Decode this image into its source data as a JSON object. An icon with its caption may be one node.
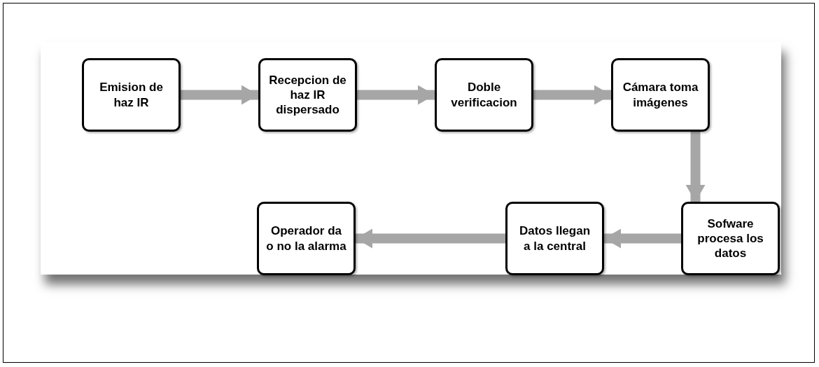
{
  "diagram": {
    "nodes": [
      {
        "text": [
          "Emision de haz IR"
        ]
      },
      {
        "text": [
          "Recepcion de haz IR dispersado"
        ]
      },
      {
        "text": [
          "Doble verificacion"
        ]
      },
      {
        "text": [
          "Cámara toma imágenes"
        ]
      },
      {
        "text": [
          "Sofware procesa los datos"
        ]
      },
      {
        "text": [
          "Datos llegan a la central"
        ]
      },
      {
        "text": [
          "Operador da o no la alarma"
        ]
      }
    ],
    "edges": [
      {
        "from": 0,
        "to": 1,
        "arrow": "to"
      },
      {
        "from": 1,
        "to": 2,
        "arrow": "to"
      },
      {
        "from": 2,
        "to": 3,
        "arrow": "to"
      },
      {
        "from": 3,
        "to": 4,
        "arrow": "to"
      },
      {
        "from": 4,
        "to": 5,
        "arrow": "to"
      },
      {
        "from": 5,
        "to": 6,
        "arrow": "to"
      }
    ]
  }
}
